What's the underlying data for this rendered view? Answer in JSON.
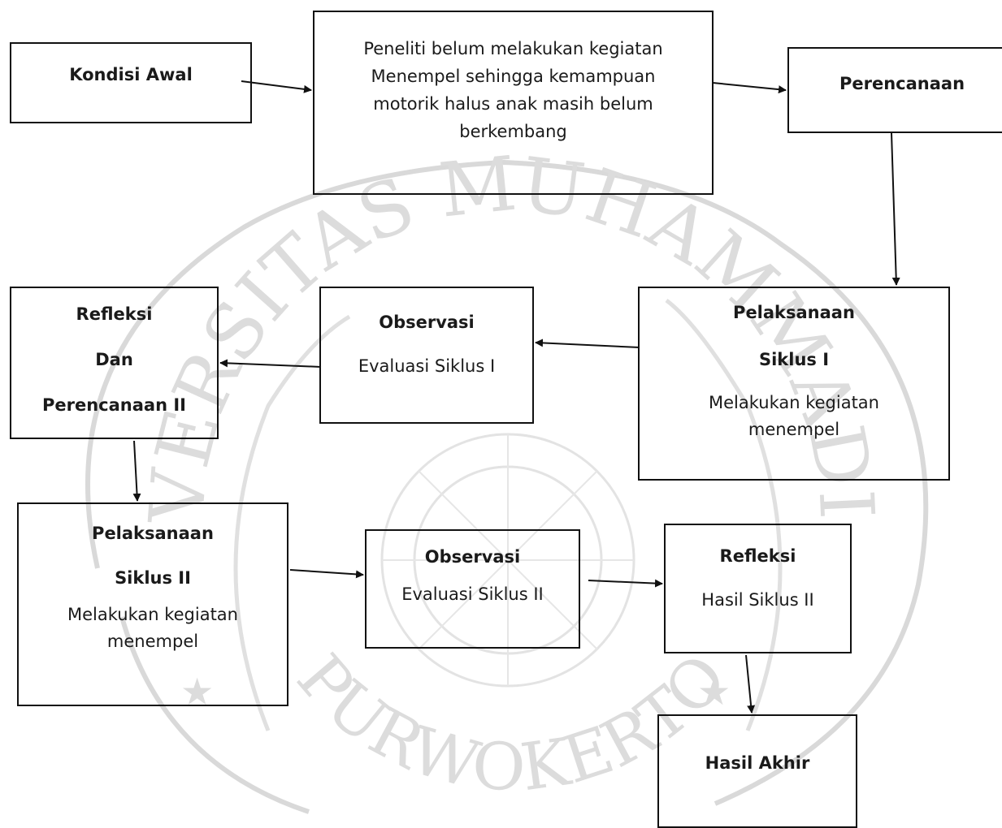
{
  "boxes": {
    "kondisi_awal": {
      "title": "Kondisi Awal"
    },
    "peneliti": {
      "line1": "Peneliti belum melakukan kegiatan",
      "line2": "Menempel sehingga kemampuan",
      "line3": "motorik halus anak masih belum",
      "line4": "berkembang"
    },
    "perencanaan": {
      "title": "Perencanaan"
    },
    "pelaksanaan_1": {
      "title1": "Pelaksanaan",
      "title2": "Siklus I",
      "note1": "Melakukan kegiatan",
      "note2": "menempel"
    },
    "observasi_1": {
      "title": "Observasi",
      "note": "Evaluasi Siklus I"
    },
    "refleksi_1": {
      "line1": "Refleksi",
      "line2": "Dan",
      "line3": "Perencanaan II"
    },
    "pelaksanaan_2": {
      "title1": "Pelaksanaan",
      "title2": "Siklus II",
      "note1": "Melakukan kegiatan",
      "note2": "menempel"
    },
    "observasi_2": {
      "title": "Observasi",
      "note": "Evaluasi Siklus II"
    },
    "refleksi_2": {
      "title": "Refleksi",
      "note": "Hasil Siklus II"
    },
    "hasil_akhir": {
      "title": "Hasil Akhir"
    }
  },
  "watermark": {
    "top_text": "UNIVERSITAS MUHAMMADIYAH",
    "bottom_text": "PURWOKERTO",
    "color": "#d9d9d9"
  }
}
